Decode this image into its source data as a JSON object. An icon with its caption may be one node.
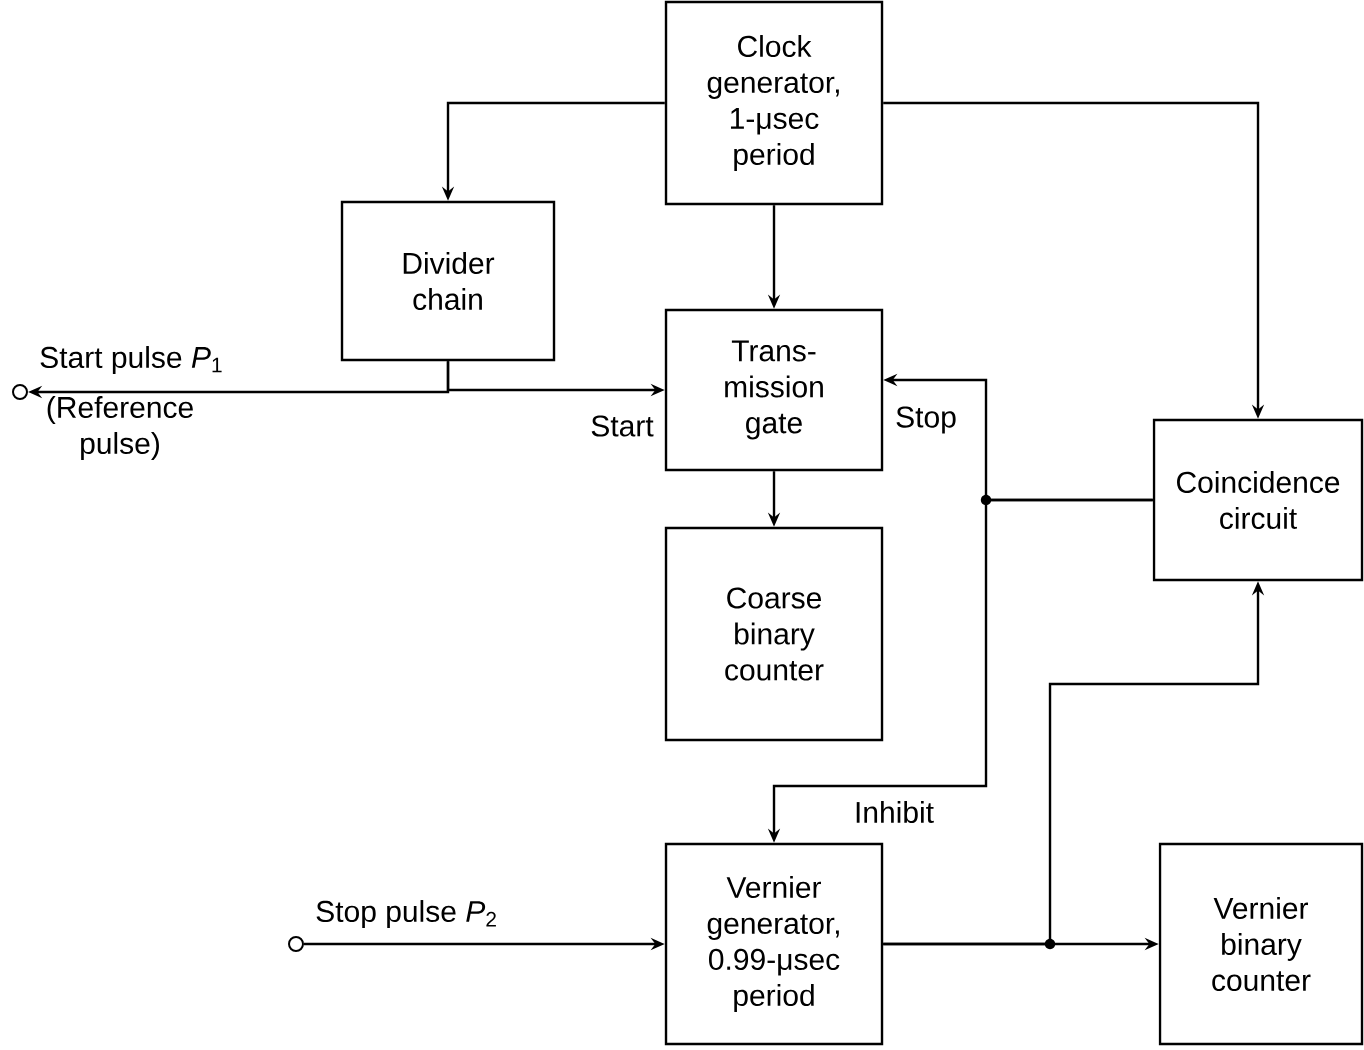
{
  "diagram": {
    "nodes": [
      {
        "text": [
          "Clock generator, 1-μsec period"
        ]
      },
      {
        "text": [
          "Divider chain"
        ]
      },
      {
        "text": [],
        "shape": "circle",
        "beside": [
          "Start pulse *P*$_{1}$",
          "(Reference pulse)"
        ]
      },
      {
        "text": [
          "Trans- mission gate"
        ]
      },
      {
        "text": [
          "Coincidence circuit"
        ]
      },
      {
        "text": [
          "Coarse binary counter"
        ]
      },
      {
        "text": [],
        "shape": "circle",
        "beside": [
          "Stop pulse *P*$_{2}$"
        ]
      },
      {
        "text": [
          "Vernier generator, 0.99-μsec period"
        ]
      },
      {
        "text": [
          "Vernier binary counter"
        ]
      }
    ],
    "edges": [
      {
        "from": 0,
        "to": 1,
        "arrow": "to"
      },
      {
        "from": 0,
        "to": 3,
        "arrow": "to"
      },
      {
        "from": 0,
        "to": 4,
        "arrow": "to"
      },
      {
        "from": 1,
        "to": 2,
        "arrow": "to"
      },
      {
        "from": 1,
        "to": 3,
        "arrow": "to",
        "label": "Start"
      },
      {
        "from": 3,
        "to": 5,
        "arrow": "to"
      },
      {
        "from": 4,
        "to": 3,
        "arrow": "to",
        "label": "Stop"
      },
      {
        "from": 4,
        "to": 7,
        "arrow": "to",
        "label": "Inhibit"
      },
      {
        "from": 6,
        "to": 7,
        "arrow": "to"
      },
      {
        "from": 7,
        "to": 8,
        "arrow": "to"
      },
      {
        "from": 7,
        "to": 4,
        "arrow": "to"
      }
    ]
  }
}
